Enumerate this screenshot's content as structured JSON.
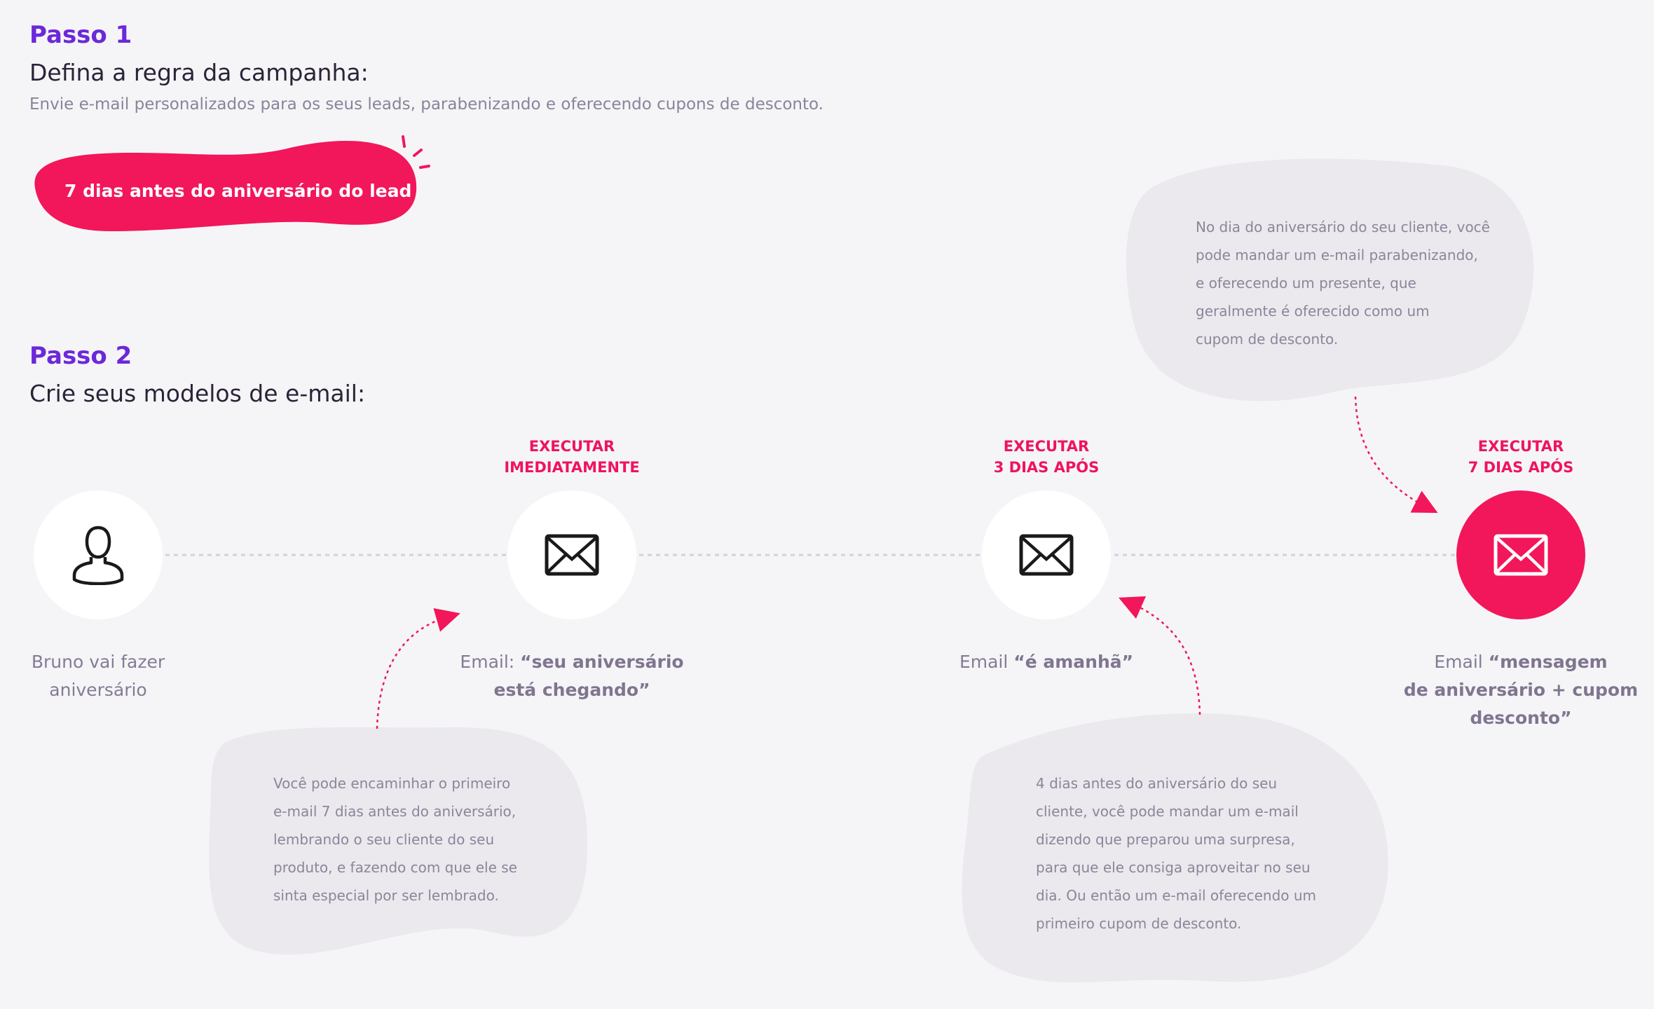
{
  "step1": {
    "title": "Passo 1",
    "subtitle": "Defina a regra da campanha:",
    "description": "Envie e-mail personalizados para os seus leads, parabenizando e oferecendo cupons de desconto.",
    "rule_badge": "7 dias antes do aniversário do lead"
  },
  "step2": {
    "title": "Passo 2",
    "subtitle": "Crie seus modelos de e-mail:"
  },
  "flow": {
    "start": {
      "icon": "user-icon",
      "caption_line1": "Bruno vai fazer",
      "caption_line2": "aniversário"
    },
    "email1": {
      "exec_line1": "EXECUTAR",
      "exec_line2": "IMEDIATAMENTE",
      "icon": "envelope-icon",
      "caption_prefix": "Email: ",
      "caption_bold1": "“seu aniversário",
      "caption_bold2": "está chegando”"
    },
    "email2": {
      "exec_line1": "EXECUTAR",
      "exec_line2": "3 DIAS APÓS",
      "icon": "envelope-icon",
      "caption_prefix": "Email ",
      "caption_bold1": "“é amanhã”"
    },
    "email3": {
      "exec_line1": "EXECUTAR",
      "exec_line2": "7 DIAS APÓS",
      "icon": "envelope-icon",
      "caption_prefix": "Email ",
      "caption_bold1": "“mensagem",
      "caption_bold2": "de aniversário + cupom",
      "caption_bold3": "desconto”"
    }
  },
  "tips": {
    "tip1": [
      "Você pode encaminhar o primeiro",
      "e-mail 7 dias antes do aniversário,",
      "lembrando o seu cliente do seu",
      "produto, e fazendo com que ele se",
      "sinta especial por ser lembrado."
    ],
    "tip2": [
      "4 dias antes do aniversário do seu",
      "cliente, você pode mandar um e-mail",
      "dizendo que preparou uma surpresa,",
      "para que ele consiga aproveitar no seu",
      "dia. Ou então um e-mail oferecendo um",
      "primeiro cupom de desconto."
    ],
    "tip3": [
      "No dia do aniversário do seu cliente, você",
      "pode mandar um e-mail parabenizando,",
      "e oferecendo um presente, que",
      "geralmente é oferecido como um",
      "cupom de desconto."
    ]
  },
  "colors": {
    "accent": "#f2165b",
    "purple": "#6d28d9",
    "blob": "#ebe9ee",
    "background": "#f5f5f7"
  }
}
